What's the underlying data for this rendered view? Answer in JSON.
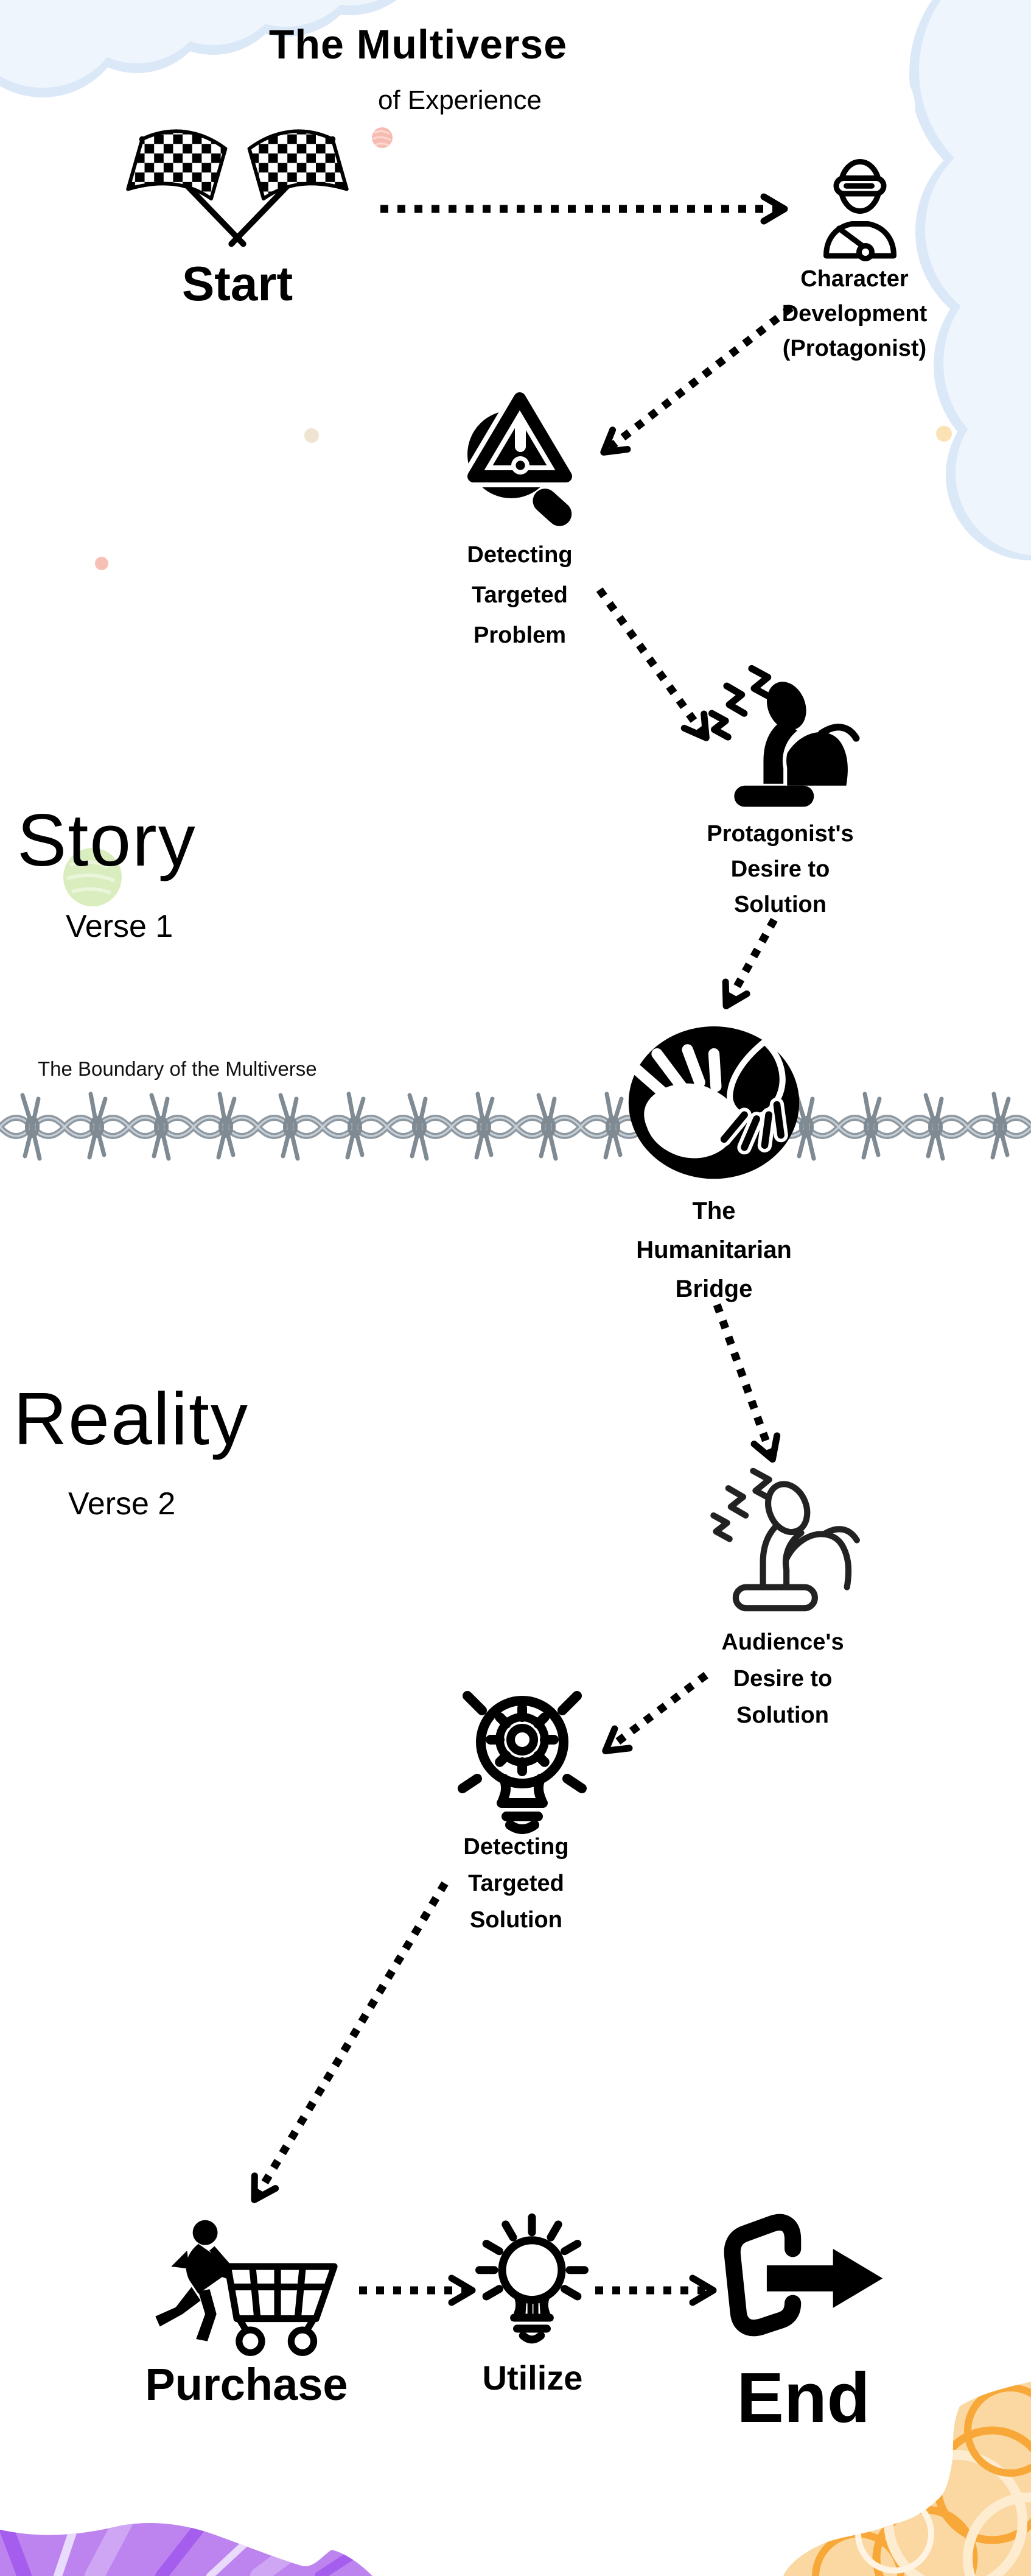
{
  "title": {
    "main": "The Multiverse",
    "sub": "of Experience"
  },
  "sections": {
    "story": {
      "name": "Story",
      "verse": "Verse 1"
    },
    "reality": {
      "name": "Reality",
      "verse": "Verse 2"
    },
    "boundary_label": "The Boundary of the Multiverse"
  },
  "nodes": {
    "start": {
      "label": "Start",
      "icon": "crossed-checkered-flags-icon"
    },
    "character": {
      "icon": "protagonist-avatar-icon",
      "lines": [
        "Character",
        "Development",
        "(Protagonist)"
      ]
    },
    "problem": {
      "icon": "magnifier-warning-icon",
      "lines": [
        "Detecting",
        "Targeted",
        "Problem"
      ]
    },
    "protagonist_desire": {
      "icon": "stressed-person-solid-icon",
      "lines": [
        "Protagonist's",
        "Desire to",
        "Solution"
      ]
    },
    "bridge": {
      "icon": "helping-hands-circle-icon",
      "lines": [
        "The",
        "Humanitarian",
        "Bridge"
      ]
    },
    "audience_desire": {
      "icon": "stressed-person-outline-icon",
      "lines": [
        "Audience's",
        "Desire to",
        "Solution"
      ]
    },
    "solution": {
      "icon": "gear-bulb-icon",
      "lines": [
        "Detecting",
        "Targeted",
        "Solution"
      ]
    },
    "purchase": {
      "label": "Purchase",
      "icon": "cart-runner-icon"
    },
    "utilize": {
      "label": "Utilize",
      "icon": "shining-bulb-icon"
    },
    "end": {
      "label": "End",
      "icon": "exit-door-arrow-icon"
    }
  },
  "edges": [
    {
      "from": "start",
      "to": "character"
    },
    {
      "from": "character",
      "to": "problem"
    },
    {
      "from": "problem",
      "to": "protagonist_desire"
    },
    {
      "from": "protagonist_desire",
      "to": "bridge"
    },
    {
      "from": "bridge",
      "to": "audience_desire"
    },
    {
      "from": "audience_desire",
      "to": "solution"
    },
    {
      "from": "solution",
      "to": "purchase"
    },
    {
      "from": "purchase",
      "to": "utilize"
    },
    {
      "from": "utilize",
      "to": "end"
    }
  ],
  "colors": {
    "ink": "#000000",
    "cloud": "#dbe8f8",
    "cloud_light": "#eef5fd",
    "wire": "#8f99a2",
    "purple_base": "#bd84ef",
    "purple_dark": "#a55ded",
    "purple_light": "#e9dbfb",
    "orange_base": "#fbd8a2",
    "orange_ring": "#f8a838",
    "green_dot": "#d9edbf",
    "pink_dot": "#f7bcb1"
  }
}
